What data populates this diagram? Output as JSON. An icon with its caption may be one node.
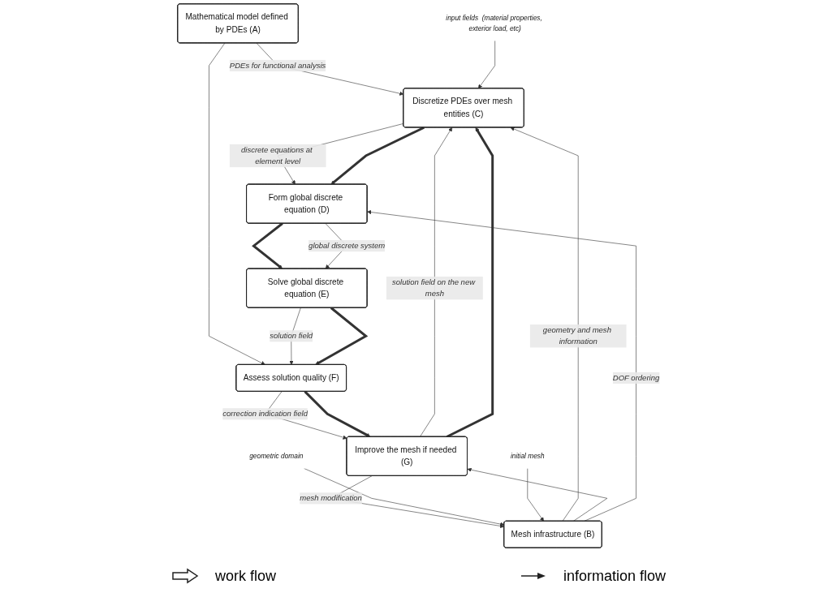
{
  "diagram": {
    "nodes": [
      {
        "text": [
          "Mathematical model defined by PDEs (A)"
        ]
      },
      {
        "text": [
          "Discretize PDEs over mesh entities (C)"
        ]
      },
      {
        "text": [
          "Improve the mesh if needed (G)"
        ]
      },
      {
        "text": [
          "Mesh infrastructure (B)"
        ]
      },
      {
        "text": [
          "Assess solution quality (F)"
        ]
      },
      {
        "text": [
          "Form global discrete equation (D)"
        ]
      },
      {
        "text": [
          "Solve global discrete equation (E)"
        ]
      },
      {
        "text": [
          "input fields  (material properties, exterior load, etc)"
        ]
      },
      {
        "text": [
          "geometric domain"
        ]
      },
      {
        "text": [
          "initial mesh"
        ]
      }
    ],
    "edges": [
      {
        "from": 0,
        "to": 1,
        "arrow": "to",
        "label": "PDEs for functional analysis"
      },
      {
        "from": 0,
        "to": 4,
        "arrow": "to"
      },
      {
        "from": 7,
        "to": 1,
        "arrow": "to"
      },
      {
        "from": 2,
        "to": 1,
        "arrow": "to",
        "label": "solution field on the new mesh"
      },
      {
        "from": 2,
        "to": 1,
        "arrow": "to",
        "style": "thick"
      },
      {
        "from": 3,
        "to": 1,
        "arrow": "to",
        "label": "geometry and mesh information"
      },
      {
        "from": 3,
        "to": 2,
        "arrow": "to"
      },
      {
        "from": 2,
        "to": 3,
        "arrow": "to",
        "label": "mesh modification"
      },
      {
        "from": 8,
        "to": 3,
        "arrow": "to"
      },
      {
        "from": 9,
        "to": 3,
        "arrow": "to"
      },
      {
        "from": 1,
        "to": 5,
        "arrow": "to",
        "label": "discrete equations at element level"
      },
      {
        "from": 1,
        "to": 5,
        "arrow": "to",
        "style": "thick"
      },
      {
        "from": 3,
        "to": 5,
        "arrow": "to",
        "label": "DOF ordering"
      },
      {
        "from": 5,
        "to": 6,
        "arrow": "to",
        "style": "thick"
      },
      {
        "from": 5,
        "to": 6,
        "arrow": "to",
        "label": "global discrete system"
      },
      {
        "from": 6,
        "to": 4,
        "arrow": "to",
        "label": "solution field"
      },
      {
        "from": 6,
        "to": 4,
        "arrow": "to",
        "style": "thick"
      },
      {
        "from": 4,
        "to": 2,
        "arrow": "to",
        "label": "correction indication field"
      },
      {
        "from": 4,
        "to": 2,
        "arrow": "to",
        "style": "thick"
      }
    ],
    "legend": [
      {
        "text": "work flow"
      },
      {
        "text": "information flow"
      }
    ]
  }
}
